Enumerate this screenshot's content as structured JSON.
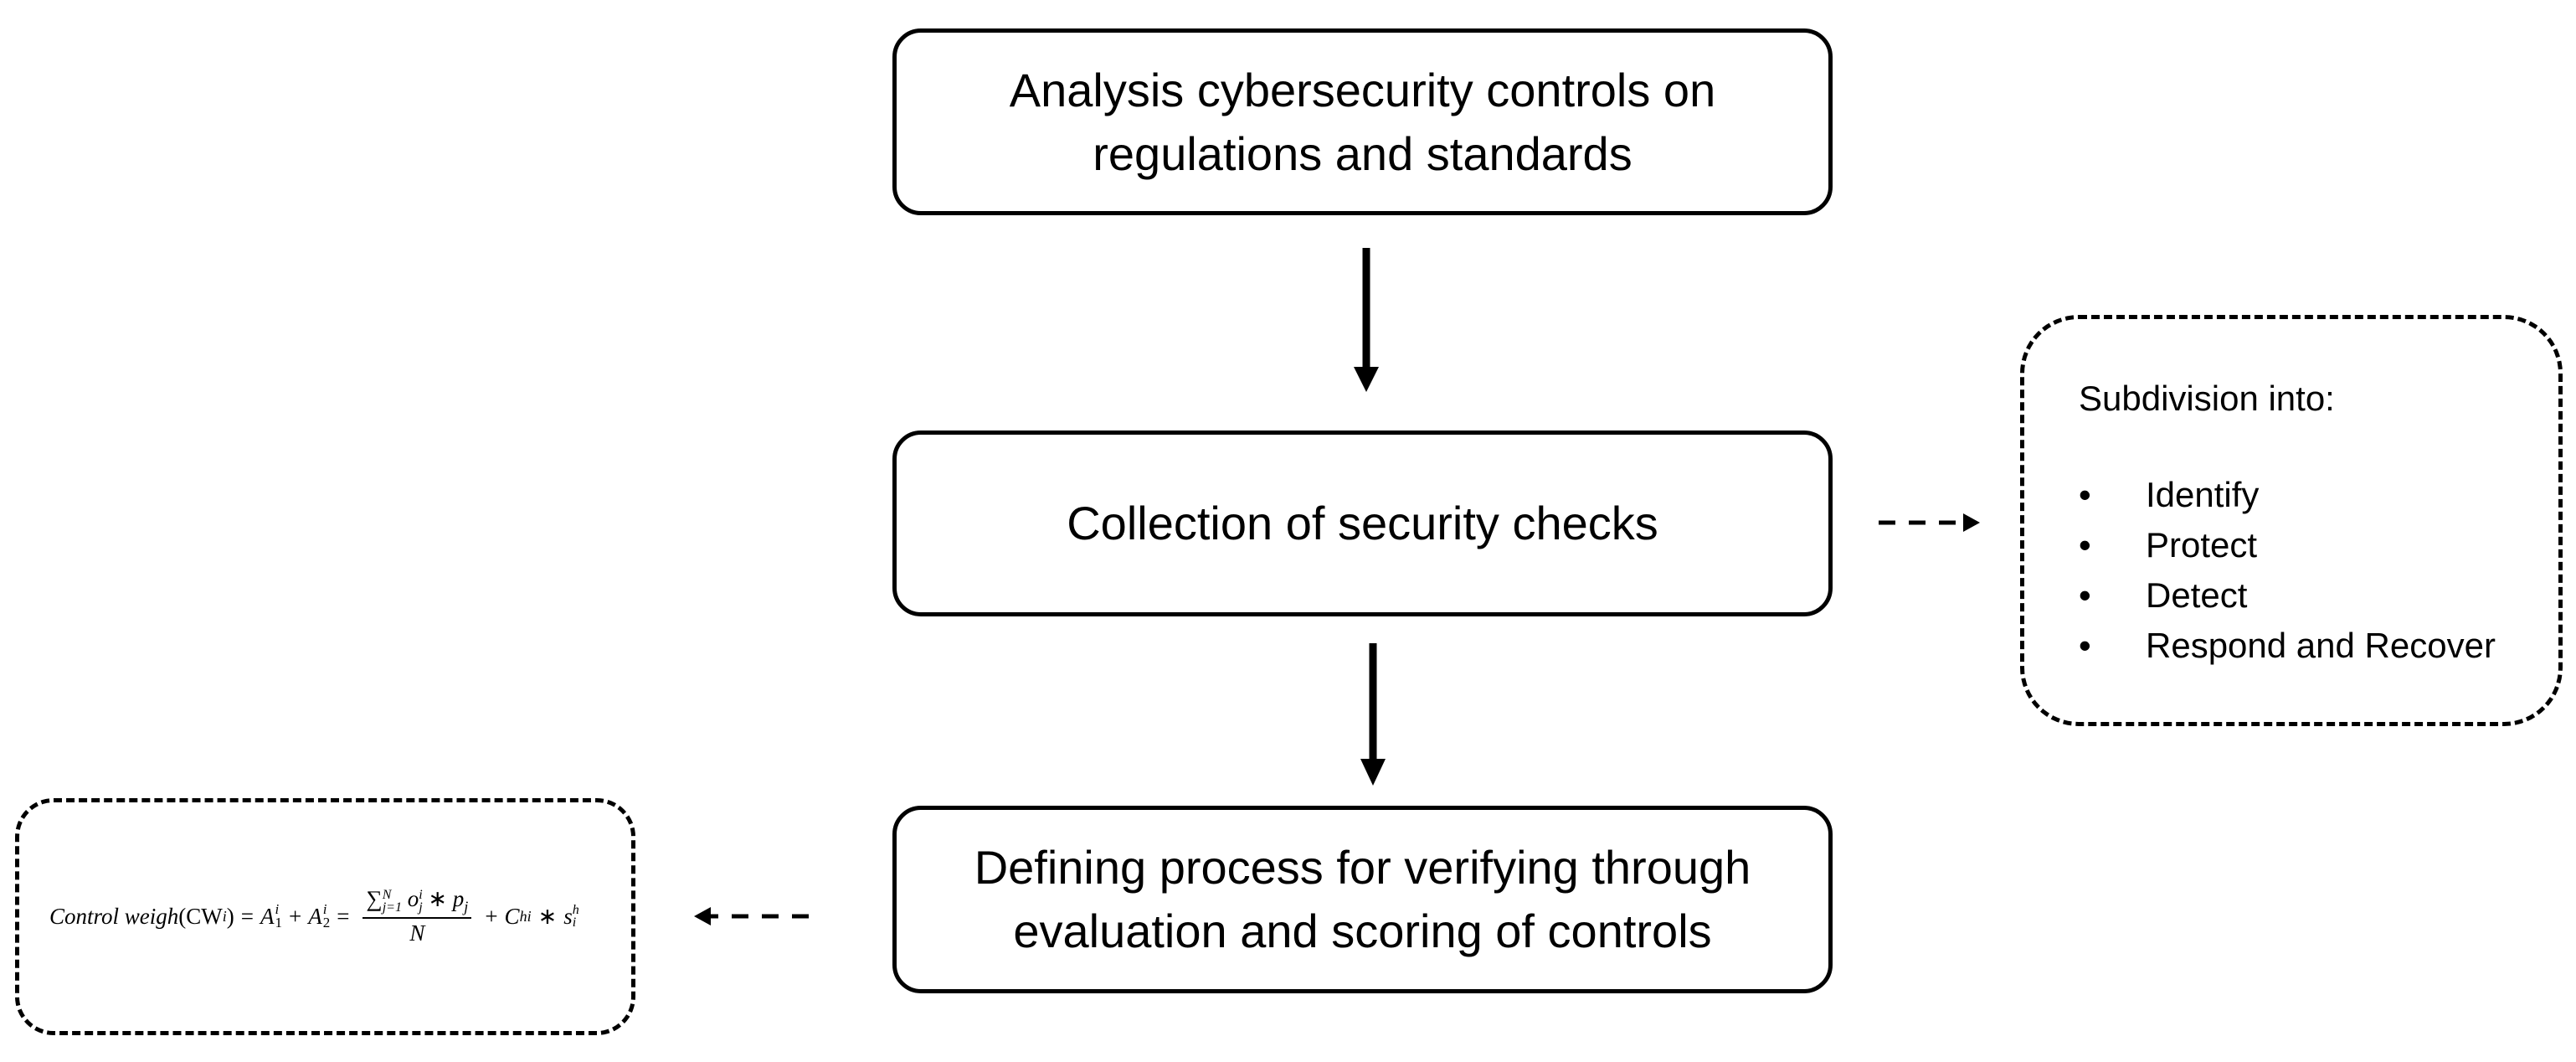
{
  "nodes": {
    "analysis": {
      "lines": [
        "Analysis cybersecurity controls on",
        "regulations and standards"
      ]
    },
    "collection": {
      "lines": [
        "Collection of security checks"
      ]
    },
    "defining": {
      "lines": [
        "Defining process for verifying through",
        "evaluation and scoring of controls"
      ]
    }
  },
  "subdivision": {
    "heading": "Subdivision into:",
    "items": [
      "Identify",
      "Protect",
      "Detect",
      "Respond and Recover"
    ]
  },
  "formula": {
    "lhs": "Control weigh",
    "lhs_arg": "(CW",
    "lhs_arg_sub": "i",
    "lhs_close": ")",
    "equals": "=",
    "a1": "A",
    "a1_sub": "1",
    "a1_sup": "i",
    "plus": "+",
    "a2": "A",
    "a2_sub": "2",
    "a2_sup": "i",
    "sum": "∑",
    "sum_sub": "j=1",
    "sum_sup": "N",
    "o": "o",
    "o_sub": "j",
    "o_sup": "i",
    "times": "∗",
    "p": "p",
    "p_sub": "j",
    "denominator": "N",
    "c": "C",
    "c_sub": "hi",
    "s": "s",
    "s_sub": "i",
    "s_sup": "h"
  }
}
